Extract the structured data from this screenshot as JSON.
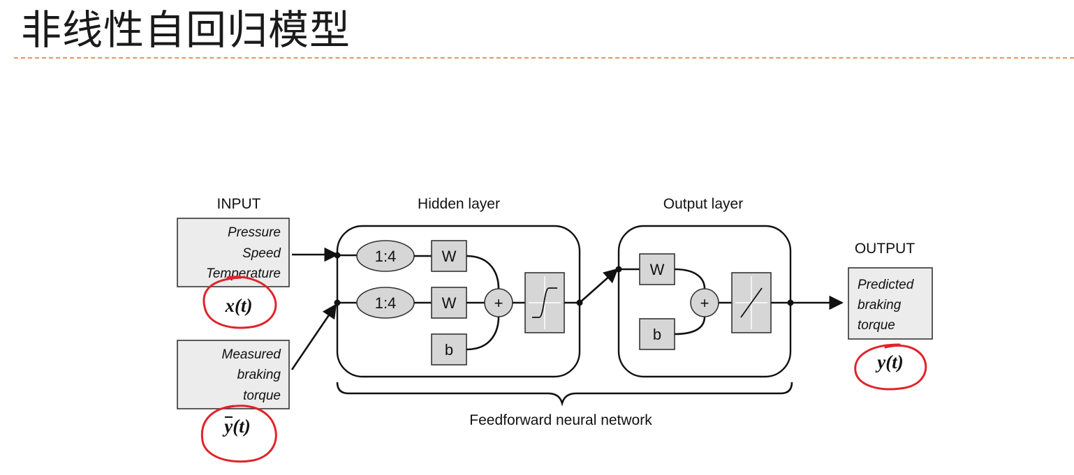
{
  "slide": {
    "title": "非线性自回归模型"
  },
  "diagram": {
    "input_heading": "INPUT",
    "input1_lines": [
      "Pressure",
      "Speed",
      "Temperature"
    ],
    "input1_symbol": "x(t)",
    "input2_lines": [
      "Measured",
      "braking",
      "torque"
    ],
    "input2_symbol": "y(t)",
    "hidden_layer_label": "Hidden layer",
    "output_layer_label": "Output layer",
    "delay_label": "1:4",
    "weight_label": "W",
    "bias_label": "b",
    "sum_label": "+",
    "output_heading": "OUTPUT",
    "output_lines": [
      "Predicted",
      "braking",
      "torque"
    ],
    "output_symbol": "y(t)",
    "network_label": "Feedforward neural network"
  }
}
